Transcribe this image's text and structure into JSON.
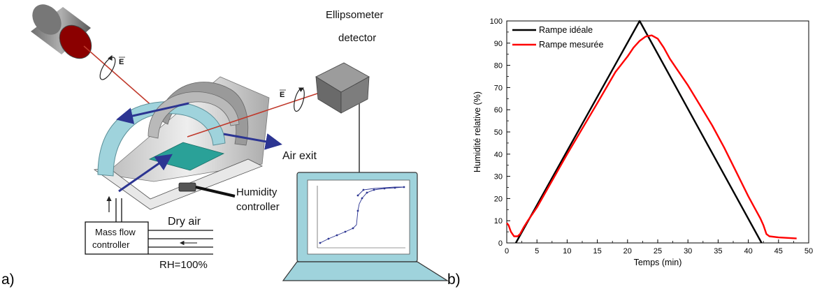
{
  "diagram": {
    "panel_a_label": "a)",
    "labels": {
      "ellipsometer_line1": "Ellipsometer",
      "ellipsometer_line2": "detector",
      "air_exit": "Air exit",
      "humidity_line1": "Humidity",
      "humidity_line2": "controller",
      "dry_air": "Dry air",
      "mass_flow_line1": "Mass flow",
      "mass_flow_line2": "controller",
      "rh": "RH=100%",
      "e_vector": "E"
    },
    "colors": {
      "laser": "#c0392b",
      "arch": "#9fd3dc",
      "arrow": "#2c3592",
      "sample": "#2aa198",
      "gray": "#8a8a8a"
    }
  },
  "chart_data": {
    "panel_label": "b)",
    "type": "line",
    "xlabel": "Temps (min)",
    "ylabel": "Humidité relative (%)",
    "xlim": [
      0,
      50
    ],
    "ylim": [
      0,
      100
    ],
    "xticks": [
      0,
      5,
      10,
      15,
      20,
      25,
      30,
      35,
      40,
      45,
      50
    ],
    "yticks": [
      0,
      10,
      20,
      30,
      40,
      50,
      60,
      70,
      80,
      90,
      100
    ],
    "legend_position": "top-left",
    "series": [
      {
        "name": "Rampe idéale",
        "color": "#000000",
        "x": [
          1.5,
          22,
          42.2
        ],
        "y": [
          0,
          100,
          0
        ]
      },
      {
        "name": "Rampe mesurée",
        "color": "#ff0000",
        "x": [
          0,
          0.3,
          0.7,
          1.2,
          1.8,
          2.2,
          2.8,
          3.5,
          5,
          10,
          15,
          18,
          20,
          21,
          22,
          23,
          24,
          25,
          26,
          27,
          28,
          30,
          32,
          34,
          36,
          38,
          40,
          41,
          42,
          42.5,
          43,
          43.5,
          45,
          48
        ],
        "y": [
          9,
          8,
          5,
          3,
          3,
          4,
          7,
          10,
          16,
          40,
          63,
          77,
          84,
          88,
          91,
          93,
          93.5,
          92,
          88,
          83,
          79,
          71,
          62,
          53,
          43,
          32,
          21,
          16,
          11,
          8,
          4,
          3,
          2.5,
          2
        ]
      }
    ]
  }
}
